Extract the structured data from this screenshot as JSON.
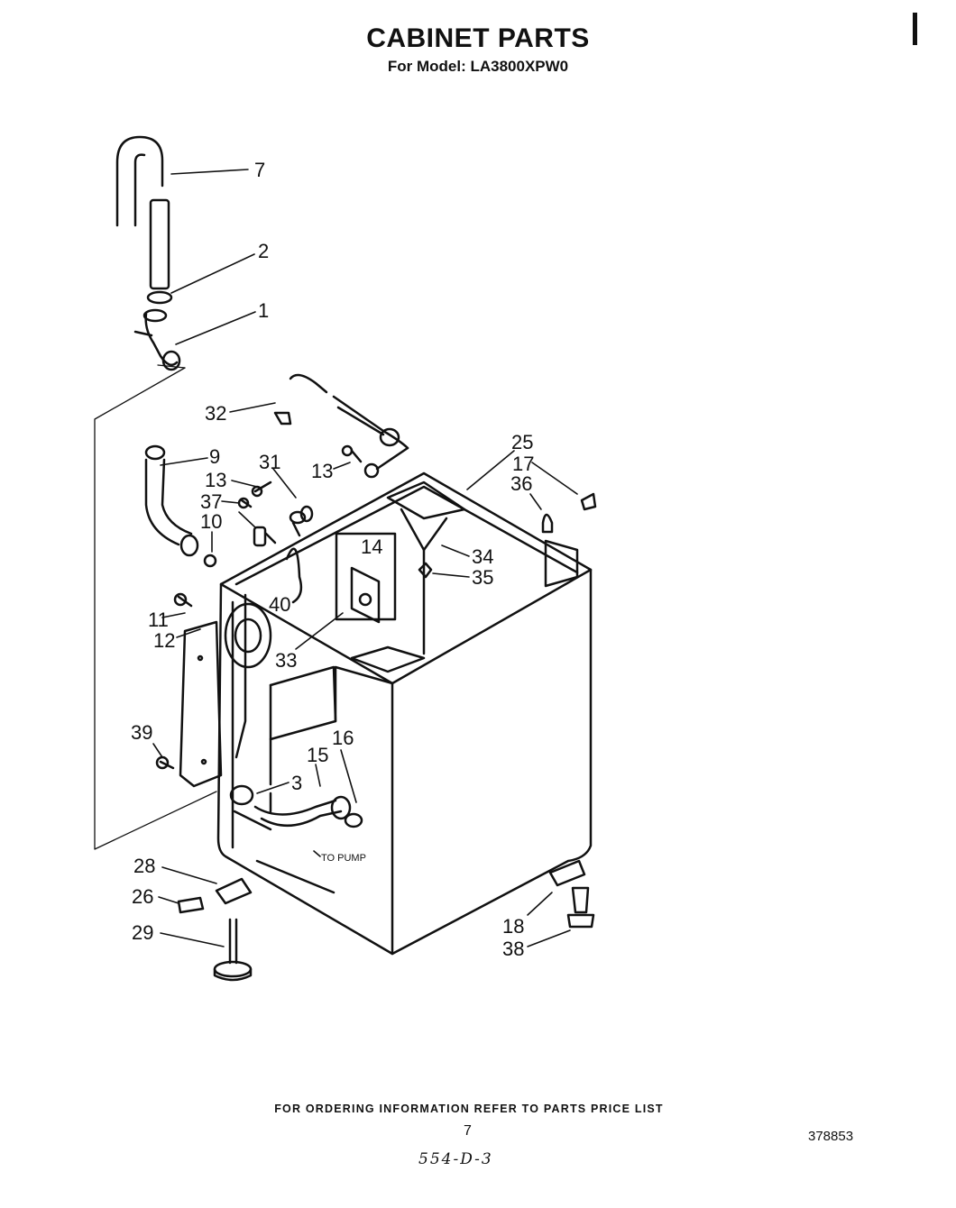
{
  "header": {
    "title": "CABINET PARTS",
    "model_line": "For Model: LA3800XPW0"
  },
  "callouts": [
    "7",
    "2",
    "1",
    "32",
    "9",
    "31",
    "13",
    "13",
    "25",
    "17",
    "36",
    "37",
    "10",
    "14",
    "34",
    "35",
    "11",
    "40",
    "12",
    "33",
    "39",
    "15",
    "16",
    "3",
    "28",
    "26",
    "29",
    "18",
    "38"
  ],
  "annotation": "TO PUMP",
  "footer": {
    "ordering": "FOR ORDERING INFORMATION REFER TO PARTS PRICE LIST",
    "page": "7",
    "doc_number": "378853",
    "handwritten": "554-D-3"
  }
}
